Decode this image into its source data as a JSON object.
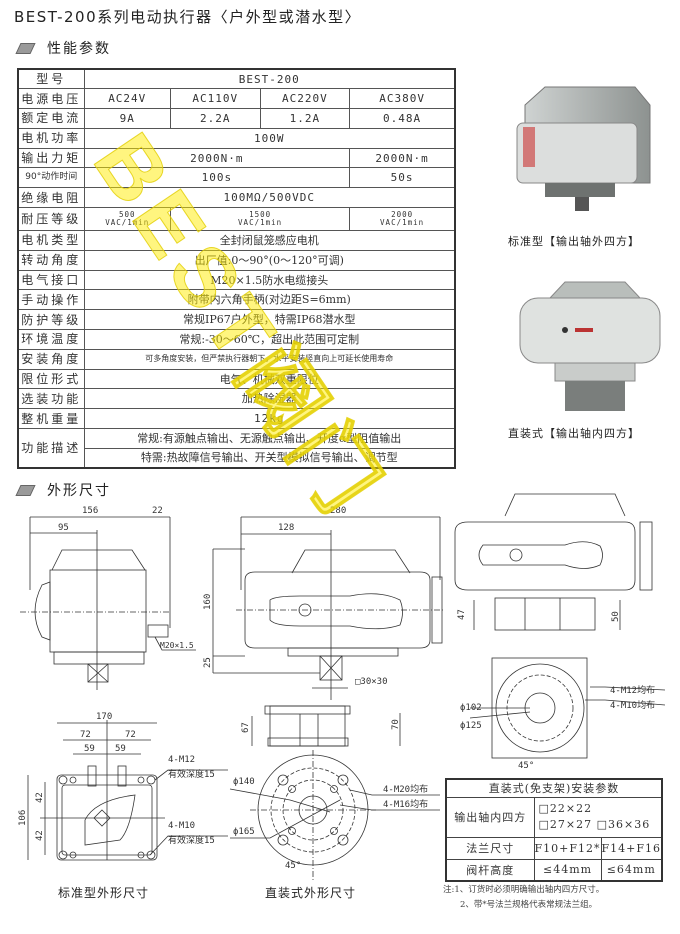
{
  "title": "BEST-200系列电动执行器〈户外型或潜水型〉",
  "sections": {
    "spec": "性能参数",
    "dims": "外形尺寸"
  },
  "spec": {
    "model_label": "型号",
    "model": "BEST-200",
    "voltage_label": "电源电压",
    "voltages": [
      "AC24V",
      "AC110V",
      "AC220V",
      "AC380V"
    ],
    "current_label": "额定电流",
    "currents": [
      "9A",
      "2.2A",
      "1.2A",
      "0.48A"
    ],
    "power_label": "电机功率",
    "power": "100W",
    "torque_label": "输出力矩",
    "torque": [
      "2000N·m",
      "2000N·m"
    ],
    "time_label": "90°动作时间",
    "time": [
      "100s",
      "50s"
    ],
    "insul_label": "绝缘电阻",
    "insul": "100MΩ/500VDC",
    "withstand_label": "耐压等级",
    "withstand": [
      {
        "v": "500",
        "u": "VAC/1min"
      },
      {
        "v": "1500",
        "u": "VAC/1min"
      },
      {
        "v": "2000",
        "u": "VAC/1min"
      }
    ],
    "motor_label": "电机类型",
    "motor": "全封闭鼠笼感应电机",
    "angle_label": "转动角度",
    "angle": "出厂值:0～90°(0～120°可调)",
    "elec_label": "电气接口",
    "elec": "M20×1.5防水电缆接头",
    "manual_label": "手动操作",
    "manual": "附带内六角手柄(对边距S=6mm)",
    "protect_label": "防护等级",
    "protect": "常规IP67户外型，特需IP68潜水型",
    "temp_label": "环境温度",
    "temp": "常规:-30～60℃，超出此范围可定制",
    "mount_label": "安装角度",
    "mount": "可多角度安装，但严禁执行器朝下，水平安装竖直向上可延长使用寿命",
    "limit_label": "限位形式",
    "limit": "电气、机械双重限位",
    "option_label": "选装功能",
    "option": "加热除湿器",
    "weight_label": "整机重量",
    "weight": "12kg",
    "func_label": "功能描述",
    "func": [
      "常规:有源触点输出、无源触点输出、开度α型阻值输出",
      "特需:热故障信号输出、开关型模拟信号输出、调节型"
    ]
  },
  "photos": [
    {
      "caption": "标准型【输出轴外四方】"
    },
    {
      "caption": "直装式【输出轴内四方】"
    }
  ],
  "drawings": {
    "std_side": {
      "d156": "156",
      "d22": "22",
      "d95": "95",
      "gland": "M20×1.5"
    },
    "dm_front": {
      "d280": "280",
      "d128": "128",
      "d160": "160",
      "d25": "25",
      "sq": "□30×30",
      "d67": "67",
      "d70": "70"
    },
    "dm_right": {
      "d47": "47",
      "d50": "50",
      "phi102": "ϕ102",
      "phi125": "ϕ125",
      "m12": "4-M12均布",
      "m10": "4-M10均布",
      "ang": "45°"
    },
    "std_bottom": {
      "d170": "170",
      "d72a": "72",
      "d72b": "72",
      "d59a": "59",
      "d59b": "59",
      "d106": "106",
      "d42a": "42",
      "d42b": "42",
      "m12": "4-M12",
      "m12d": "有效深度15",
      "m10": "4-M10",
      "m10d": "有效深度15",
      "caption": "标准型外形尺寸"
    },
    "dm_bottom": {
      "phi140": "ϕ140",
      "phi165": "ϕ165",
      "m20": "4-M20均布",
      "m16": "4-M16均布",
      "ang": "45°",
      "caption": "直装式外形尺寸"
    }
  },
  "install": {
    "title": "直装式(免支架)安装参数",
    "shaft_label": "输出轴内四方",
    "shaft": [
      "□22×22",
      "□27×27 □36×36"
    ],
    "flange_label": "法兰尺寸",
    "flange": [
      "F10+F12*",
      "F14+F16"
    ],
    "stem_label": "阀杆高度",
    "stem": [
      "≤44mm",
      "≤64mm"
    ]
  },
  "notes": [
    "注:1、订货时必须明确输出轴内四方尺寸。",
    "2、带*号法兰规格代表常规法兰组。"
  ],
  "watermark": "BEST阀门"
}
